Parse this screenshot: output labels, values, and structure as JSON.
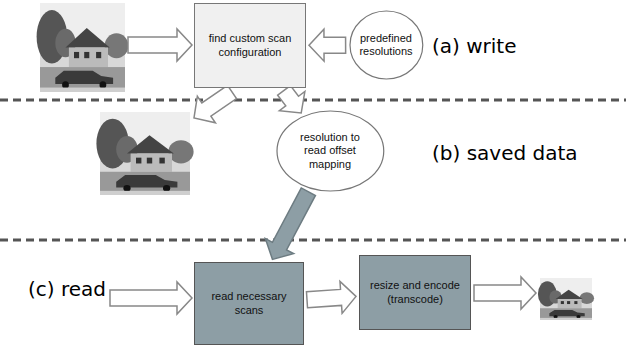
{
  "diagram": {
    "nodes": [
      {
        "text": [
          "find custom scan configuration"
        ]
      },
      {
        "text": [
          "predefined resolutions"
        ]
      },
      {
        "text": [
          "resolution to read offset mapping"
        ]
      },
      {
        "text": [
          "read necessary scans"
        ]
      },
      {
        "text": [
          "resize and encode (transcode)"
        ]
      }
    ],
    "edges": [
      {
        "from": 1,
        "to": 0,
        "arrow": "to"
      },
      {
        "from": 0,
        "to": 2,
        "arrow": "to"
      },
      {
        "from": 2,
        "to": 3,
        "arrow": "to"
      },
      {
        "from": 3,
        "to": 4,
        "arrow": "to"
      }
    ],
    "labels": [
      "(a) write",
      "(b) saved data",
      "(c) read"
    ]
  }
}
